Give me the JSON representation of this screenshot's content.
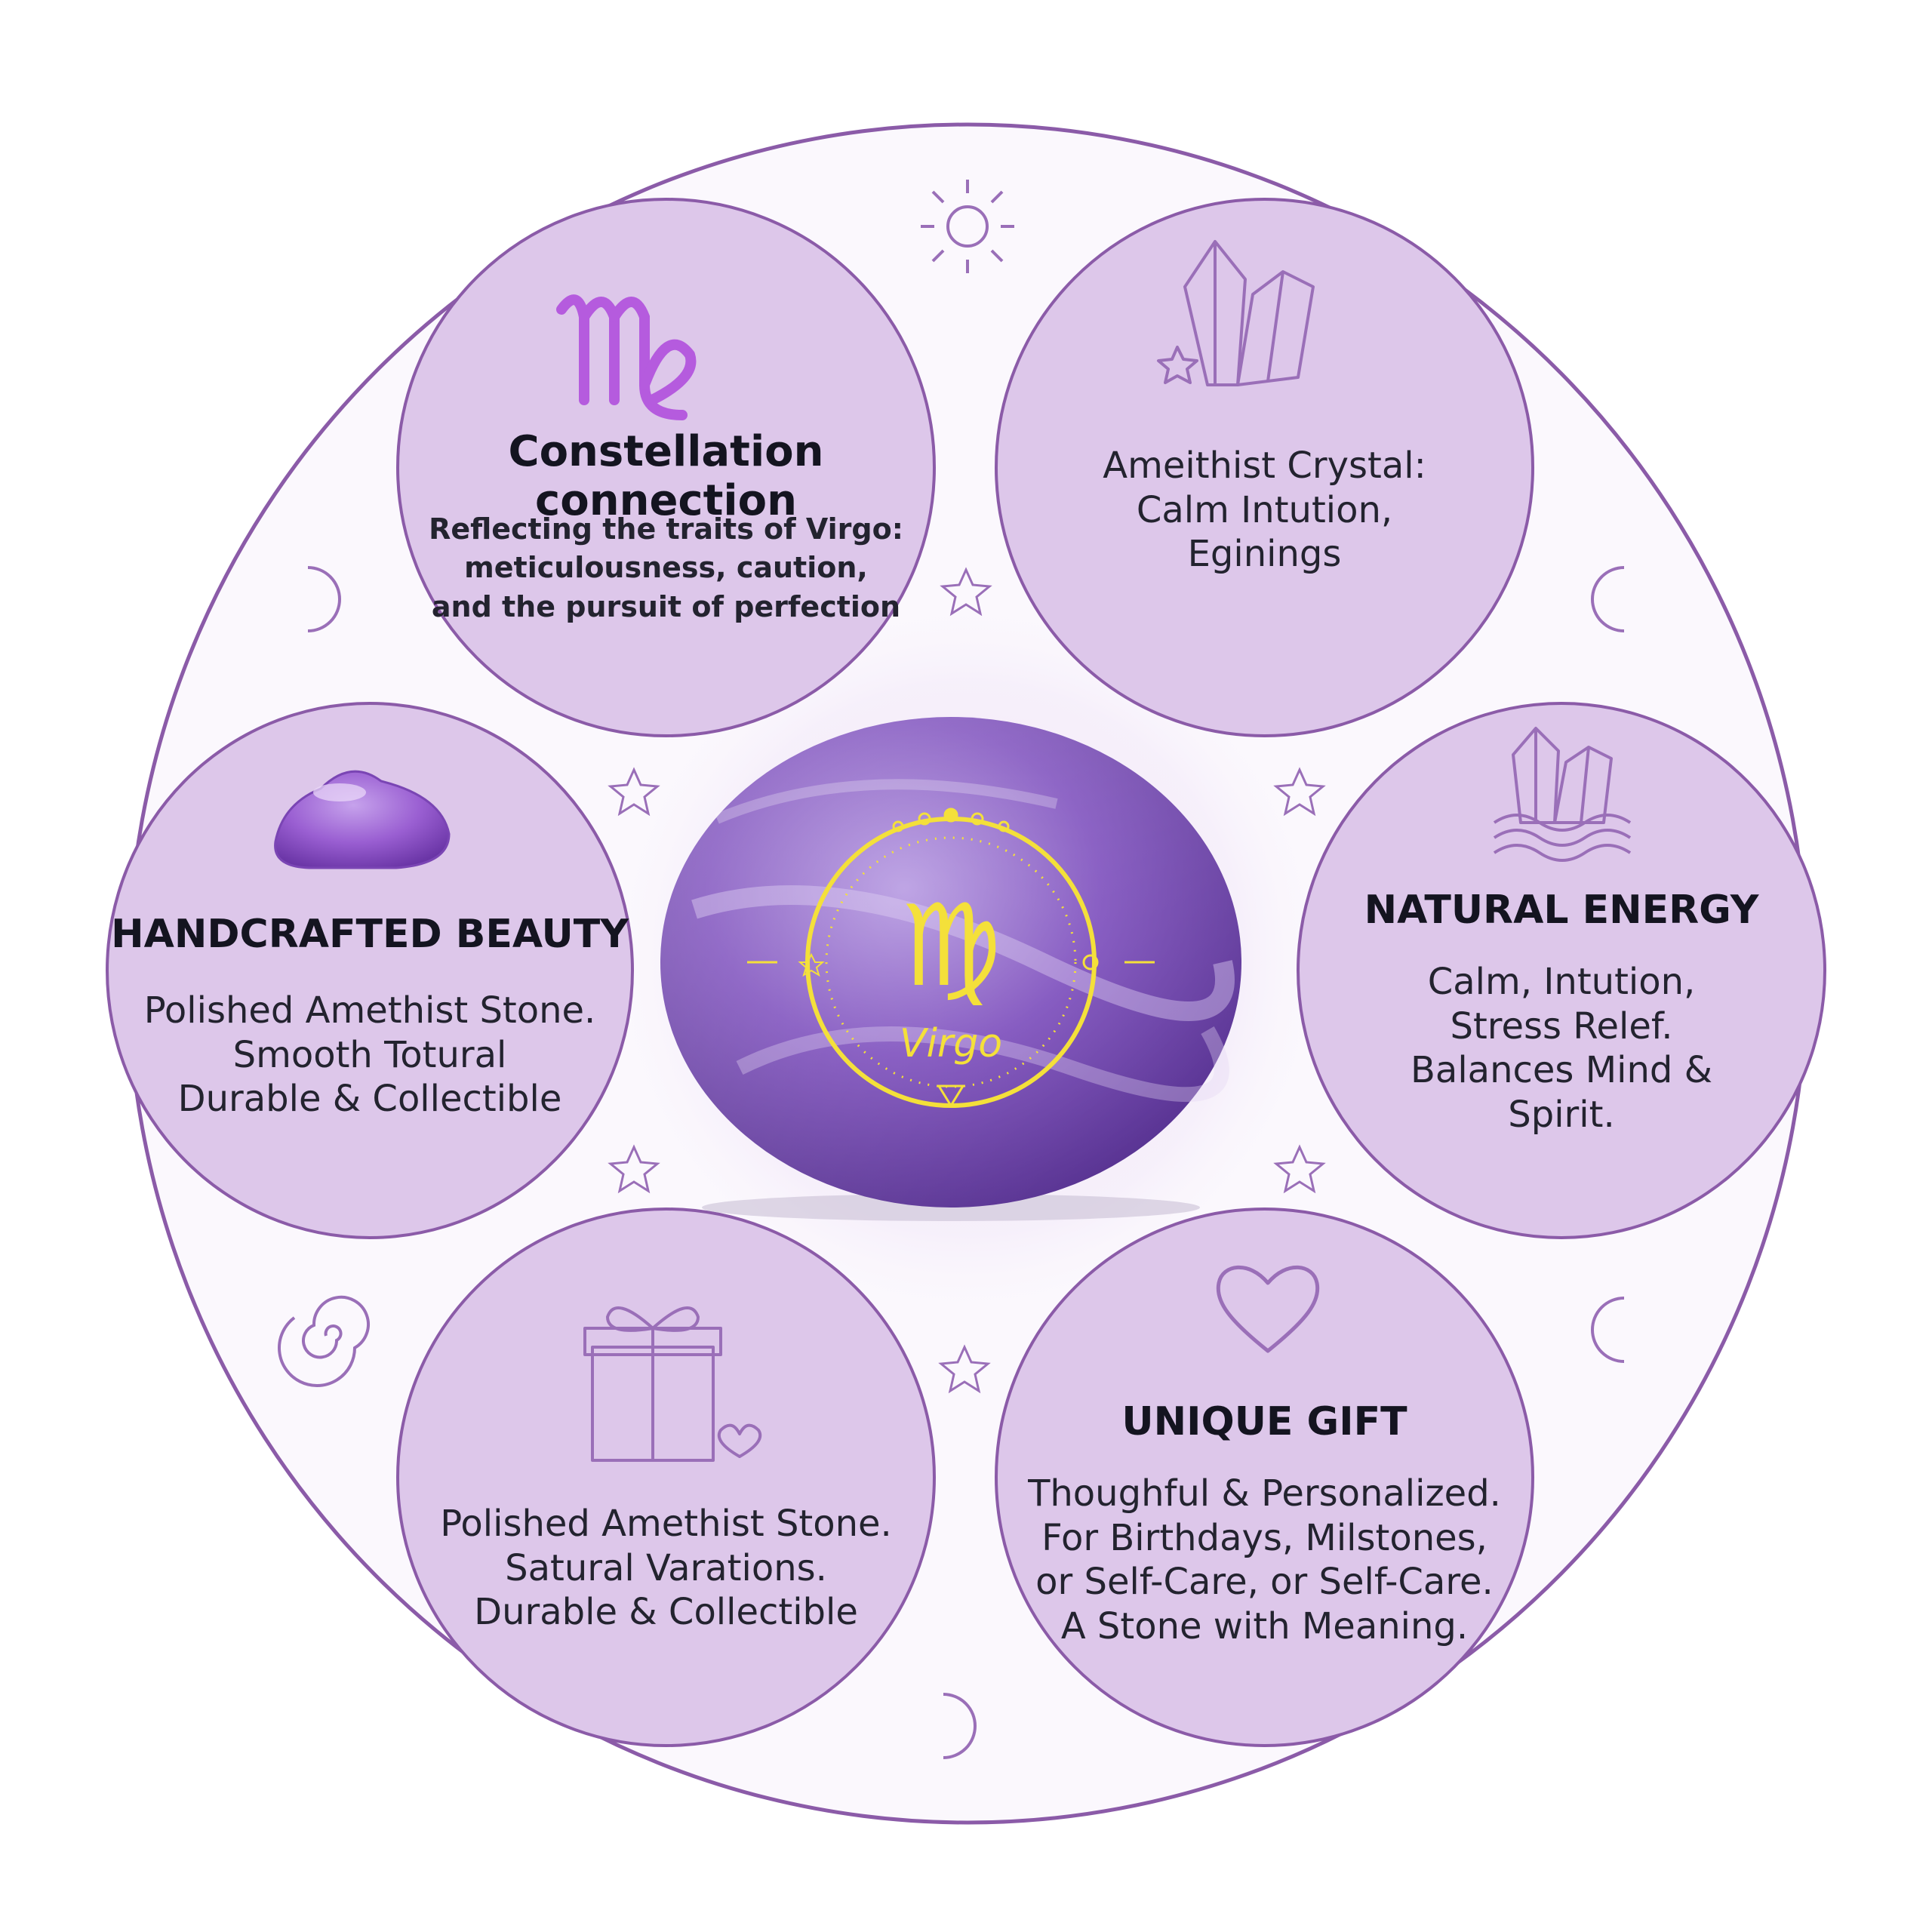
{
  "colors": {
    "bubble_fill": "#ddc7ea",
    "bubble_stroke": "#8b5ba8",
    "ring": "#8b5ba8",
    "icon_stroke": "#9a6fb8",
    "virgo_symbol": "#b55bde",
    "engraving": "#f4e03a",
    "stone": "#7d4fbd"
  },
  "bubbles": {
    "constellation": {
      "icon": "virgo-symbol-icon",
      "title": "Constellation connection",
      "lines": [
        "Reflecting the traits of Virgo:",
        "meticulousness, caution,",
        "and the pursuit of perfection"
      ]
    },
    "amethyst": {
      "icon": "crystal-cluster-icon",
      "lines": [
        "Ameithist Crystal:",
        "Calm Intution,",
        "Eginings"
      ]
    },
    "handcrafted": {
      "icon": "polished-stone-icon",
      "title": "HANDCRAFTED BEAUTY",
      "lines": [
        "Polished Amethist Stone.",
        "Smooth Totural",
        "Durable & Collectible"
      ]
    },
    "energy": {
      "icon": "crystal-wave-icon",
      "title": "NATURAL ENERGY",
      "lines": [
        "Calm, Intution,",
        "Stress Relef.",
        "Balances Mind &",
        "Spirit."
      ]
    },
    "variations": {
      "icon": "gift-box-icon",
      "lines": [
        "Polished Amethist Stone.",
        "Satural Varations.",
        "Durable & Collectible"
      ]
    },
    "gift": {
      "icon": "heart-icon",
      "title": "UNIQUE GIFT",
      "lines": [
        "Thoughful & Personalized.",
        "For Birthdays, Milstones,",
        "or Self-Care, or Self-Care.",
        "A Stone with Meaning."
      ]
    }
  },
  "center_stone": {
    "engraving_symbol": "♍",
    "engraving_label": "Virgo"
  }
}
